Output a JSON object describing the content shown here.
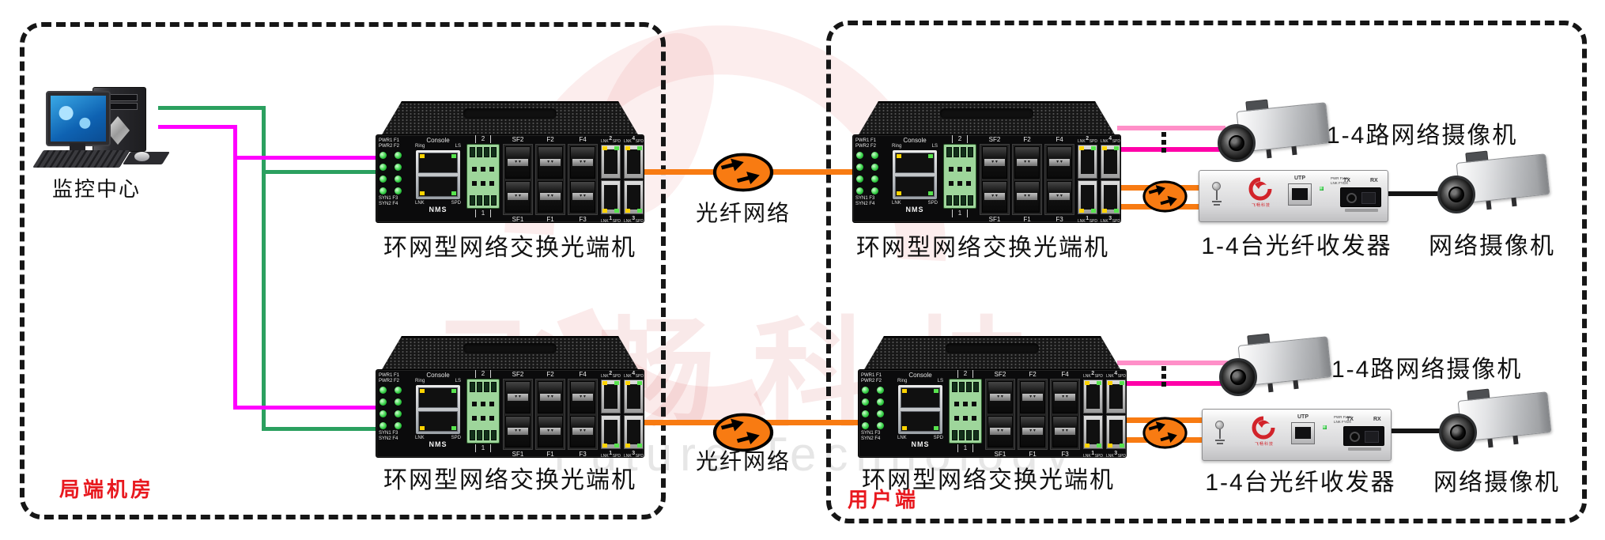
{
  "regions": {
    "local_room": "局端机房",
    "user_side": "用户端"
  },
  "labels": {
    "monitoring_center": "监控中心",
    "ring_switch": "环网型网络交换光端机",
    "fiber_network": "光纤网络",
    "cameras_1_4": "1-4路网络摄像机",
    "transceivers_1_4": "1-4台光纤收发器",
    "camera": "网络摄像机"
  },
  "switch_panel": {
    "console": "Console",
    "ring": "Ring",
    "ls": "LS",
    "pwr1": "PWR1 F1",
    "pwr2": "PWR2 F2",
    "syn1": "SYN1 F3",
    "syn2": "SYN2 F4",
    "lnk": "LNK",
    "spd": "SPD",
    "nms": "NMS",
    "term_top": "2",
    "term_bottom": "1",
    "sfp_top": [
      "SF2",
      "F2",
      "F4"
    ],
    "sfp_bottom": [
      "SF1",
      "F1",
      "F3"
    ],
    "rj_top": [
      "2",
      "4"
    ],
    "rj_bottom": [
      "1",
      "3"
    ]
  },
  "transceiver_panel": {
    "utp": "UTP",
    "tx": "TX",
    "rx": "RX",
    "led_line1": "PWR FLNK",
    "led_line2": "LNK FYDX",
    "brand": "飞畅科技"
  },
  "watermark": {
    "cn": "飞畅科技",
    "en": "Future Technology"
  },
  "icons": {
    "fiber_link": "orange-ellipse-double-arrow",
    "ellipsis_vertical": "three-black-dots"
  },
  "colors": {
    "orange": "#F87B12",
    "green": "#2BA05F",
    "magenta": "#FF00FF",
    "pink": "#FF8FC8",
    "deep_pink": "#FF00A8",
    "red_label": "#E8191F",
    "dash_border": "#161616"
  }
}
